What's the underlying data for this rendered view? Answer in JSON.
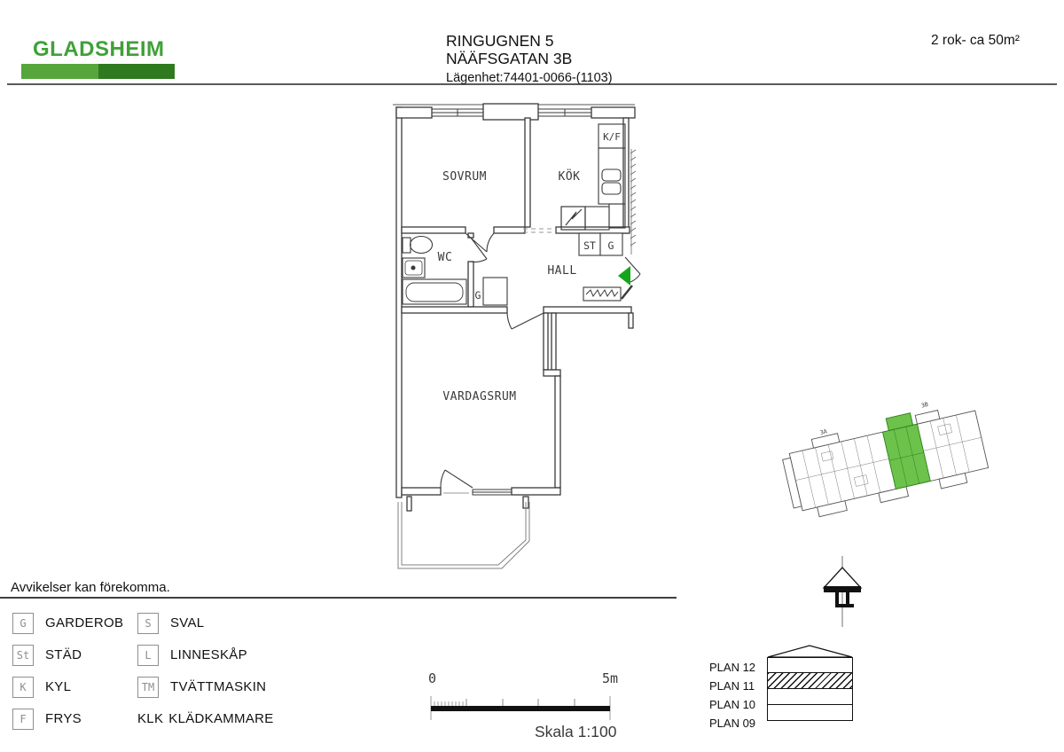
{
  "header": {
    "logo": "GLADSHEIM",
    "property": "RINGUGNEN 5",
    "address": "NÄÄFSGATAN 3B",
    "apartment": "Lägenhet:74401-0066-(1103)",
    "size": "2 rok- ca 50m²"
  },
  "plan": {
    "rooms": {
      "bedroom": "SOVRUM",
      "kitchen": "KÖK",
      "wc": "WC",
      "hall": "HALL",
      "living": "VARDAGSRUM"
    },
    "labels": {
      "fridge_freezer": "K/F",
      "cleaning": "ST",
      "wardrobe": "G"
    }
  },
  "overview": {
    "entrance_a": "3A",
    "entrance_b": "3B"
  },
  "floors": {
    "items": [
      "PLAN 12",
      "PLAN 11",
      "PLAN 10",
      "PLAN 09"
    ],
    "current": "PLAN 11"
  },
  "disclaimer": "Avvikelser kan förekomma.",
  "legend": {
    "col1": [
      {
        "abbr": "G",
        "label": "GARDEROB"
      },
      {
        "abbr": "St",
        "label": "STÄD"
      },
      {
        "abbr": "K",
        "label": "KYL"
      },
      {
        "abbr": "F",
        "label": "FRYS"
      }
    ],
    "col2": [
      {
        "abbr": "S",
        "label": "SVAL"
      },
      {
        "abbr": "L",
        "label": "LINNESKÅP"
      },
      {
        "abbr": "TM",
        "label": "TVÄTTMASKIN"
      },
      {
        "abbr": "KLK",
        "label": "KLÄDKAMMARE"
      }
    ]
  },
  "scale": {
    "start": "0",
    "end": "5m",
    "caption": "Skala 1:100"
  },
  "colors": {
    "logo_green": "#3fa138",
    "bar_light": "#57a63c",
    "bar_dark": "#2f7a1f",
    "entry_arrow": "#14a51a",
    "unit_highlight": "#6cc24a"
  }
}
